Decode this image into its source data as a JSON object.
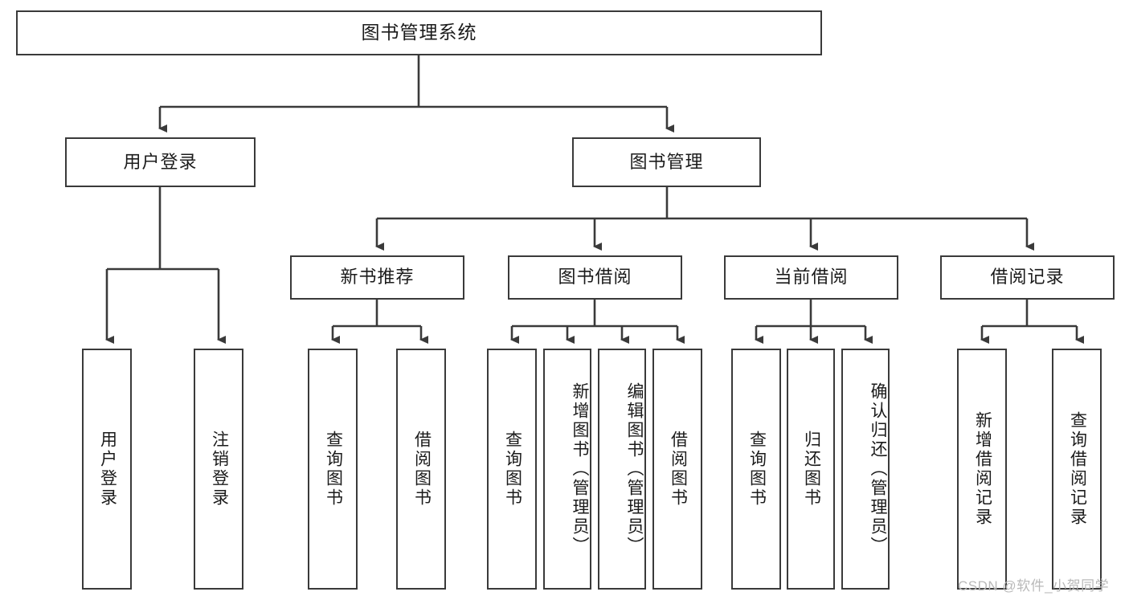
{
  "diagram": {
    "title": "图书管理系统",
    "type": "tree-hierarchy",
    "root": {
      "label": "图书管理系统"
    },
    "level2": [
      {
        "label": "用户登录"
      },
      {
        "label": "图书管理"
      }
    ],
    "level3": [
      {
        "label": "新书推荐",
        "parent": "图书管理"
      },
      {
        "label": "图书借阅",
        "parent": "图书管理"
      },
      {
        "label": "当前借阅",
        "parent": "图书管理"
      },
      {
        "label": "借阅记录",
        "parent": "图书管理"
      }
    ],
    "leaves": [
      {
        "label": "用户登录",
        "parent": "用户登录"
      },
      {
        "label": "注销登录",
        "parent": "用户登录"
      },
      {
        "label": "查询图书",
        "parent": "新书推荐"
      },
      {
        "label": "借阅图书",
        "parent": "新书推荐"
      },
      {
        "label": "查询图书",
        "parent": "图书借阅"
      },
      {
        "label": "新增图书（管理员）",
        "parent": "图书借阅"
      },
      {
        "label": "编辑图书（管理员）",
        "parent": "图书借阅"
      },
      {
        "label": "借阅图书",
        "parent": "图书借阅"
      },
      {
        "label": "查询图书",
        "parent": "当前借阅"
      },
      {
        "label": "归还图书",
        "parent": "当前借阅"
      },
      {
        "label": "确认归还（管理员）",
        "parent": "当前借阅"
      },
      {
        "label": "新增借阅记录",
        "parent": "借阅记录"
      },
      {
        "label": "查询借阅记录",
        "parent": "借阅记录"
      }
    ]
  },
  "watermark": {
    "text": "CSDN @软件_小贺同学"
  },
  "colors": {
    "stroke": "#3a3a3a",
    "text": "#1b1b1b",
    "background": "#ffffff",
    "watermark": "#b9b9b9"
  }
}
